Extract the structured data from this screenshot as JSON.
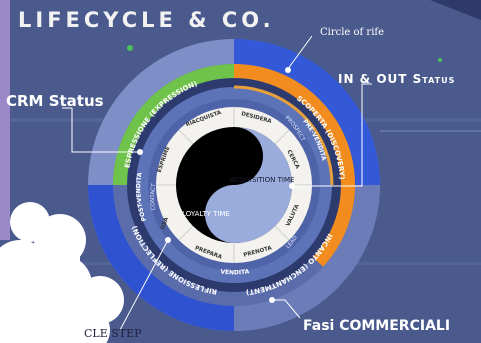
{
  "brand": "LIFECYCLE & CO.",
  "callouts": {
    "crm_status": "CRM Status",
    "circle_of_rife": "Circle of rife",
    "in_out_status": "IN & OUT Status",
    "fasi_commerciali": "Fasi COMMERCIALI",
    "cycle_step": "CLE STEP"
  },
  "outer_ring": [
    "ESPRESSIONE (EXPRESSION)",
    "SCOPERTA (DISCOVERY)",
    "INCANTO (ENCHANTMENT)",
    "RIFLESSIONE (REFLECTION)"
  ],
  "status_ring": [
    "POST-VENDITA",
    "PRE-VENDITA",
    "VENDITA"
  ],
  "crm_ring": [
    "CONTACT",
    "PROSPECT",
    "LEAD"
  ],
  "steps": [
    "RIACQUISTA",
    "DESIDERA",
    "CERCA",
    "VALUTA",
    "PRENOTA",
    "PREPARA",
    "USA",
    "ESPRIME"
  ],
  "center": {
    "acquisition": "ACQUISITION TIME",
    "loyalty": "LOYALTY TIME"
  },
  "colors": {
    "background": "#4a5a8c",
    "outer_ring": "#7e8ec6",
    "outer_ring_blue": "#3358d8",
    "green_band": "#6fc24a",
    "orange_band": "#f28c1e",
    "crm_ring": "#5d73b8",
    "steps_ring": "#f4f2ee",
    "acquisition": "#9aacdc",
    "loyalty": "#000000"
  }
}
